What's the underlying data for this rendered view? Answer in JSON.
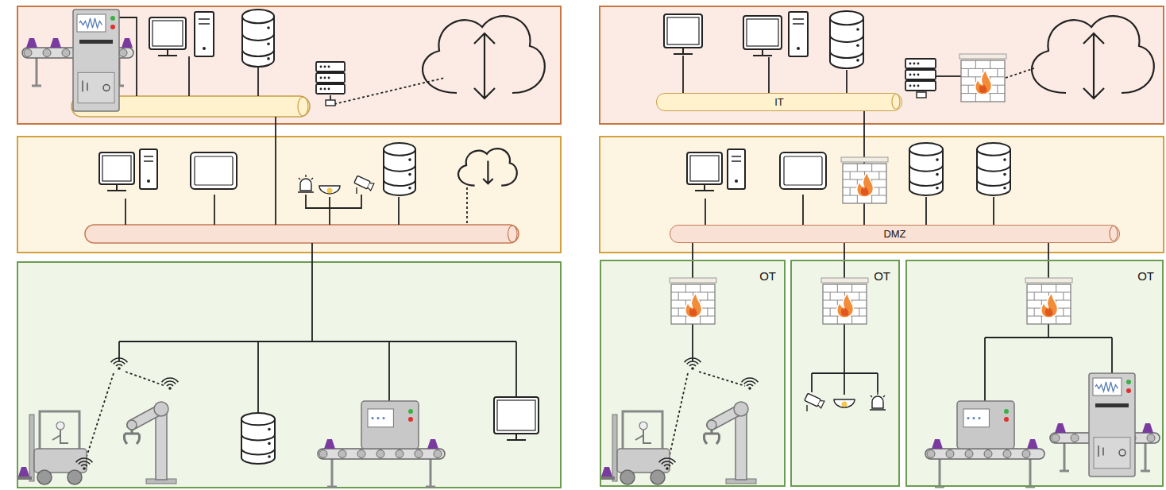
{
  "diagram": {
    "nodes": [
      {
        "text": [
          "IT"
        ]
      },
      {
        "text": [
          "DMZ"
        ]
      },
      {
        "text": [
          "OT"
        ]
      },
      {
        "text": [
          "OT"
        ]
      },
      {
        "text": [
          "OT"
        ]
      }
    ],
    "edges": [
      {
        "from": 0,
        "to": 1,
        "arrow": "none"
      },
      {
        "from": 1,
        "to": 2,
        "arrow": "none"
      },
      {
        "from": 1,
        "to": 3,
        "arrow": "none"
      },
      {
        "from": 1,
        "to": 4,
        "arrow": "none"
      }
    ]
  }
}
